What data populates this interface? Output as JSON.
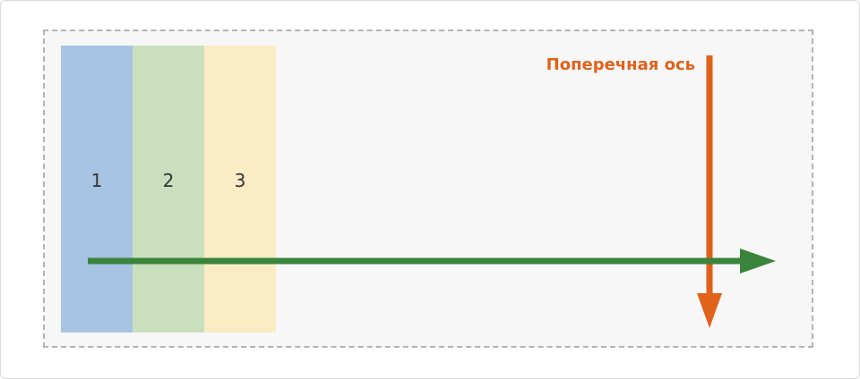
{
  "items": [
    {
      "label": "1",
      "color": "#a7c4e2"
    },
    {
      "label": "2",
      "color": "#cadfbd"
    },
    {
      "label": "3",
      "color": "#faecc4"
    }
  ],
  "cross_axis": {
    "label": "Поперечная ось",
    "color": "#e0621b"
  },
  "main_axis": {
    "color": "#3a843c"
  },
  "container": {
    "background": "#f7f7f7",
    "border_color": "#b3b3b3"
  }
}
